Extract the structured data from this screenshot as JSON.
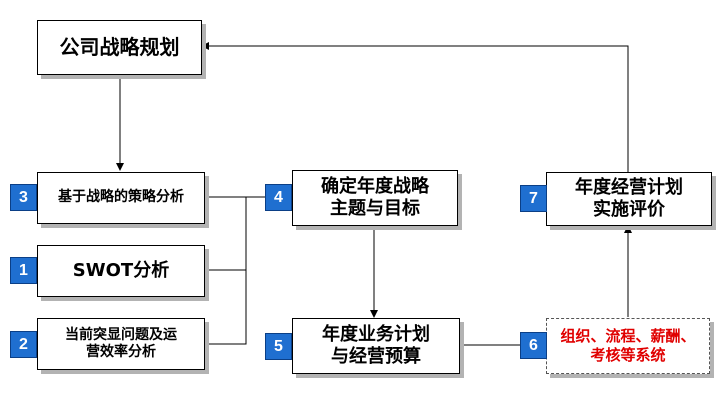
{
  "nodes": {
    "company_strategy": {
      "label": "公司战略规划"
    },
    "strategy_analysis": {
      "label": "基于战略的策略分析",
      "number": "3"
    },
    "swot": {
      "label": "SWOT分析",
      "number": "1"
    },
    "problem_analysis": {
      "label": "当前突显问题及运\n营效率分析",
      "number": "2"
    },
    "annual_theme": {
      "label": "确定年度战略\n主题与目标",
      "number": "4"
    },
    "annual_plan": {
      "label": "年度业务计划\n与经营预算",
      "number": "5"
    },
    "systems": {
      "label": "组织、流程、薪酬、\n考核等系统",
      "number": "6"
    },
    "evaluation": {
      "label": "年度经营计划\n实施评价",
      "number": "7"
    }
  },
  "colors": {
    "badge_fill": "#1f6fd0",
    "systems_text": "#e00000",
    "line": "#000000",
    "shadow": "#b3b3b3"
  }
}
